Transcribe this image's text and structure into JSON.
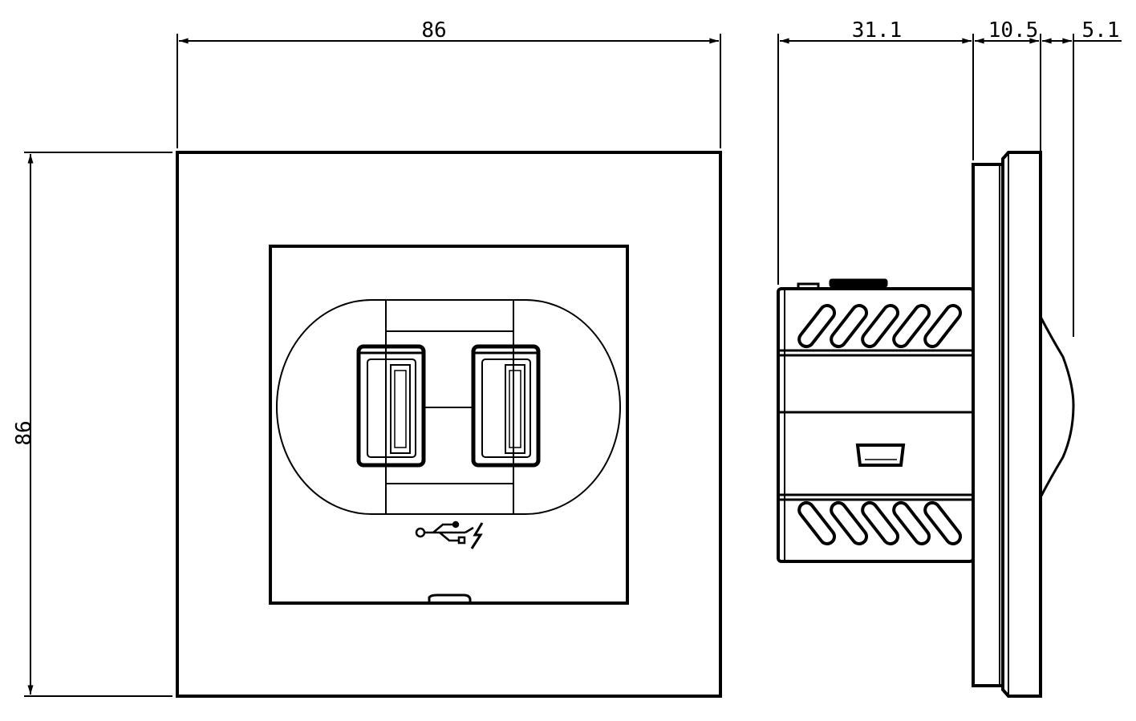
{
  "front_view": {
    "width_label": "86",
    "height_label": "86"
  },
  "side_view": {
    "depth_body_label": "31.1",
    "depth_plate_label": "10.5",
    "depth_cover_label": "5.1"
  },
  "colors": {
    "line": "#000000",
    "background": "#ffffff"
  }
}
